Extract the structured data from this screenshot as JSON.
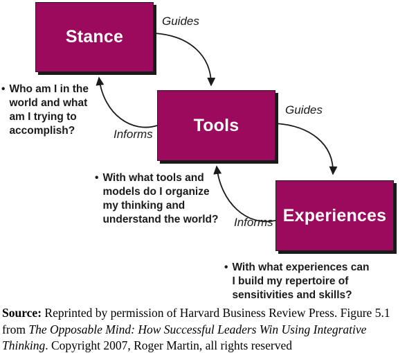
{
  "diagram": {
    "boxes": [
      {
        "id": "stance",
        "label": "Stance"
      },
      {
        "id": "tools",
        "label": "Tools"
      },
      {
        "id": "experiences",
        "label": "Experiences"
      }
    ],
    "arrows": [
      {
        "from": "Stance",
        "to": "Tools",
        "label": "Guides"
      },
      {
        "from": "Tools",
        "to": "Stance",
        "label": "Informs"
      },
      {
        "from": "Tools",
        "to": "Experiences",
        "label": "Guides"
      },
      {
        "from": "Experiences",
        "to": "Tools",
        "label": "Informs"
      }
    ],
    "bullets": [
      {
        "marker": "•",
        "text": "Who am I in the\nworld and what\nam I trying to\naccomplish?"
      },
      {
        "marker": "•",
        "text": "With what tools and\nmodels do I organize\nmy thinking and\nunderstand the world?"
      },
      {
        "marker": "•",
        "text": "With what experiences can\nI build my repertoire of\nsensitivities and skills?"
      }
    ],
    "colors": {
      "box_fill": "#9B0A5C",
      "box_shadow": "#1a1a1a",
      "arrow": "#1a1a1a"
    }
  },
  "source": {
    "label": "Source:",
    "text_before_title": " Reprinted by permission of Harvard Business Review Press. Figure 5.1 from ",
    "title": "The Opposable Mind: How Successful Leaders Win Using Integrative Thinking",
    "text_after_title": ". Copyright 2007, Roger Martin, all rights reserved"
  }
}
